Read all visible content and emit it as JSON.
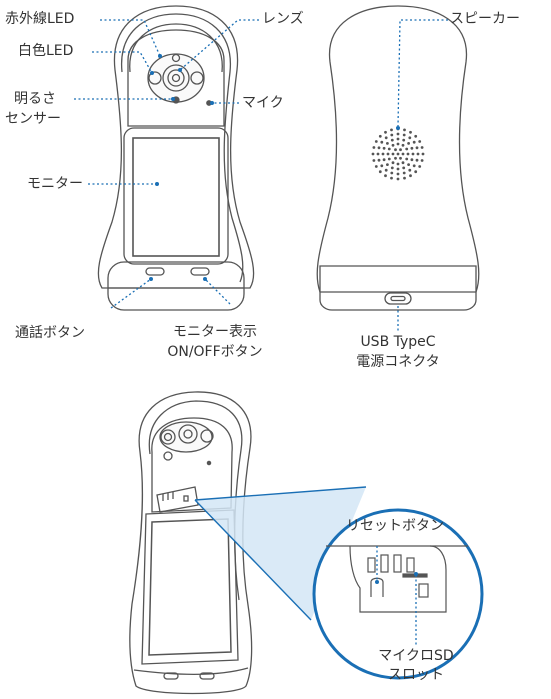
{
  "labels": {
    "ir_led": "赤外線LED",
    "white_led": "白色LED",
    "light_sensor_l1": "明るさ",
    "light_sensor_l2": "センサー",
    "monitor": "モニター",
    "lens": "レンズ",
    "mic": "マイク",
    "speaker": "スピーカー",
    "call_button": "通話ボタン",
    "monitor_toggle_l1": "モニター表示",
    "monitor_toggle_l2": "ON/OFFボタン",
    "usb_l1": "USB TypeC",
    "usb_l2": "電源コネクタ",
    "reset_button": "リセットボタン",
    "microsd_l1": "マイクロSD",
    "microsd_l2": "スロット"
  },
  "colors": {
    "leader_line": "#1a6fb5",
    "outline": "#555555",
    "zoom_stroke": "#1a6fb5"
  }
}
